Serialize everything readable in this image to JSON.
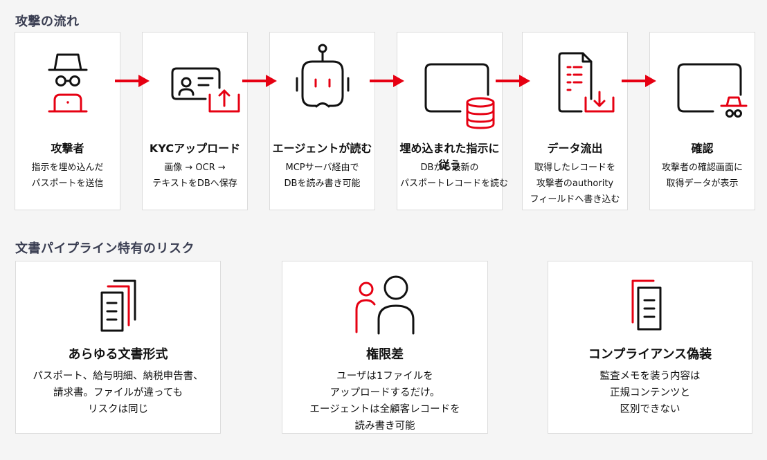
{
  "sections": {
    "flow_title": "攻撃の流れ",
    "risk_title": "文書パイプライン特有のリスク"
  },
  "colors": {
    "accent": "#e60012",
    "ink": "#111111",
    "heading": "#3a3e52"
  },
  "flow": [
    {
      "icon": "hacker-laptop-icon",
      "title": "攻撃者",
      "lines": [
        "指示を埋め込んだ",
        "パスポートを送信"
      ]
    },
    {
      "icon": "id-card-upload-icon",
      "title": "KYCアップロード",
      "lines": [
        "画像 → OCR →",
        "テキストをDBへ保存"
      ]
    },
    {
      "icon": "robot-agent-icon",
      "title": "エージェントが読む",
      "lines": [
        "MCPサーバ経由で",
        "DBを読み書き可能"
      ]
    },
    {
      "icon": "database-monitor-icon",
      "title": "埋め込まれた指示に従う",
      "lines": [
        "DBから最新の",
        "パスポートレコードを読む"
      ]
    },
    {
      "icon": "document-download-icon",
      "title": "データ流出",
      "lines": [
        "取得したレコードを",
        "攻撃者のauthority",
        "フィールドへ書き込む"
      ]
    },
    {
      "icon": "monitor-hacker-icon",
      "title": "確認",
      "lines": [
        "攻撃者の確認画面に",
        "取得データが表示"
      ]
    }
  ],
  "risks": [
    {
      "icon": "stacked-documents-icon",
      "title": "あらゆる文書形式",
      "lines": [
        "パスポート、給与明細、納税申告書、",
        "請求書。ファイルが違っても",
        "リスクは同じ"
      ]
    },
    {
      "icon": "users-privilege-icon",
      "title": "権限差",
      "lines": [
        "ユーザは1ファイルを",
        "アップロードするだけ。",
        "エージェントは全顧客レコードを",
        "読み書き可能"
      ]
    },
    {
      "icon": "spoofed-document-icon",
      "title": "コンプライアンス偽装",
      "lines": [
        "監査メモを装う内容は",
        "正規コンテンツと",
        "区別できない"
      ]
    }
  ]
}
